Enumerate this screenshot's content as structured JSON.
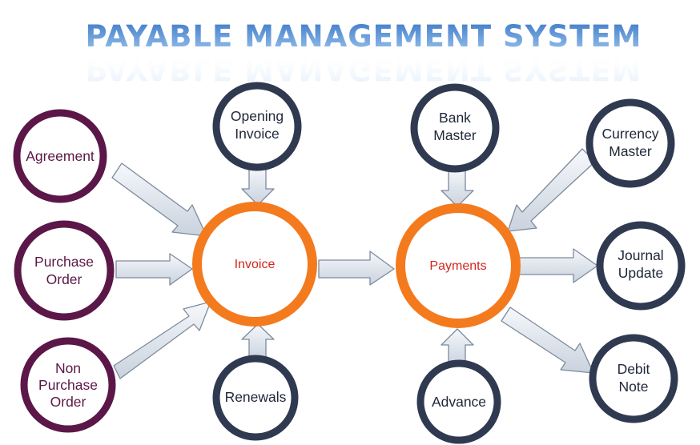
{
  "title": "PAYABLE MANAGEMENT SYSTEM",
  "colors": {
    "title_top": "#3a78c8",
    "title_bottom": "#9cc4ec",
    "purple_ring": "#5b1747",
    "purple_text": "#5b1747",
    "navy_ring": "#2f3a51",
    "navy_text": "#1f2738",
    "hub_ring": "#f47a1e",
    "hub_text": "#d4261c",
    "arrow_fill_top": "#f6f8fb",
    "arrow_fill_bottom": "#c9d2de",
    "arrow_stroke": "#7c8a9d"
  },
  "hubs": {
    "invoice": {
      "label": "Invoice"
    },
    "payments": {
      "label": "Payments"
    }
  },
  "nodes": {
    "agreement": {
      "lines": [
        "Agreement"
      ]
    },
    "purchase_order": {
      "lines": [
        "Purchase",
        "Order"
      ]
    },
    "non_purchase_order": {
      "lines": [
        "Non",
        "Purchase",
        "Order"
      ]
    },
    "opening_invoice": {
      "lines": [
        "Opening",
        "Invoice"
      ]
    },
    "renewals": {
      "lines": [
        "Renewals"
      ]
    },
    "bank_master": {
      "lines": [
        "Bank",
        "Master"
      ]
    },
    "advance": {
      "lines": [
        "Advance"
      ]
    },
    "currency_master": {
      "lines": [
        "Currency",
        "Master"
      ]
    },
    "journal_update": {
      "lines": [
        "Journal",
        "Update"
      ]
    },
    "debit_note": {
      "lines": [
        "Debit",
        "Note"
      ]
    }
  }
}
